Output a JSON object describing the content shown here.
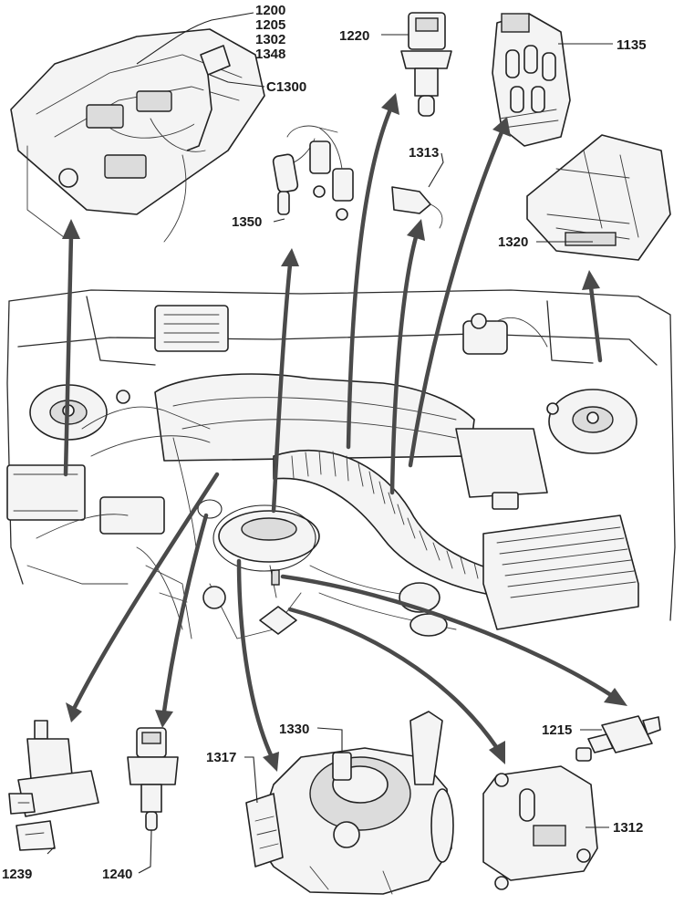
{
  "labels": {
    "l1200": "1200",
    "l1205": "1205",
    "l1302": "1302",
    "l1348": "1348",
    "lC1300": "C1300",
    "l1220": "1220",
    "l1135": "1135",
    "l1313": "1313",
    "l1350": "1350",
    "l1320": "1320",
    "l1330": "1330",
    "l1317": "1317",
    "l1215": "1215",
    "l1312": "1312",
    "l1239": "1239",
    "l1240": "1240"
  }
}
